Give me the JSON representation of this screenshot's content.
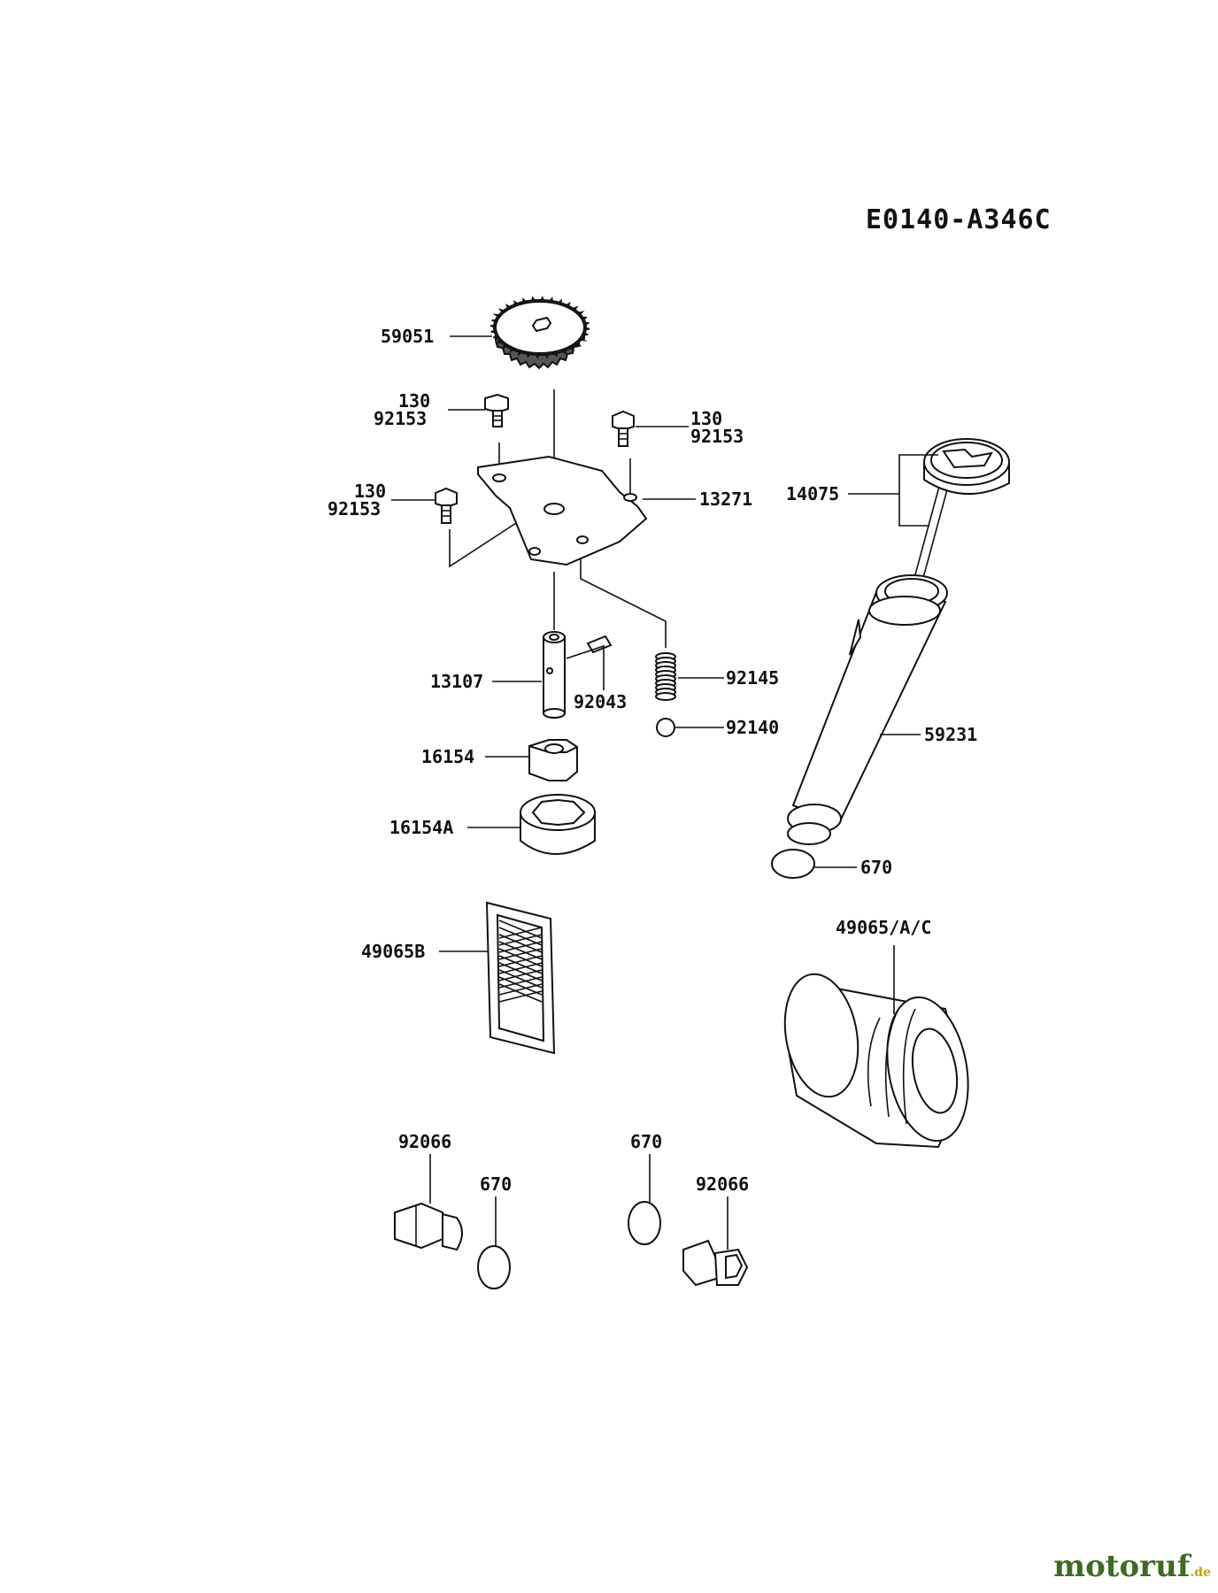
{
  "diagram_code": "E0140-A346C",
  "parts": {
    "gear": "59051",
    "bolt_a_1": "130",
    "bolt_a_2": "92153",
    "bolt_b_1": "130",
    "bolt_b_2": "92153",
    "bolt_c_1": "130",
    "bolt_c_2": "92153",
    "plate": "13271",
    "shaft": "13107",
    "pin": "92043",
    "spring": "92145",
    "ball": "92140",
    "rotor_inner": "16154",
    "rotor_outer": "16154A",
    "dipstick": "14075",
    "filler_tube": "59231",
    "oring_tube": "670",
    "screen": "49065B",
    "filter": "49065/A/C",
    "plug_left": "92066",
    "oring_left": "670",
    "oring_right": "670",
    "plug_right": "92066"
  },
  "watermark": {
    "brand": "motoruf",
    "tld": ".de"
  }
}
